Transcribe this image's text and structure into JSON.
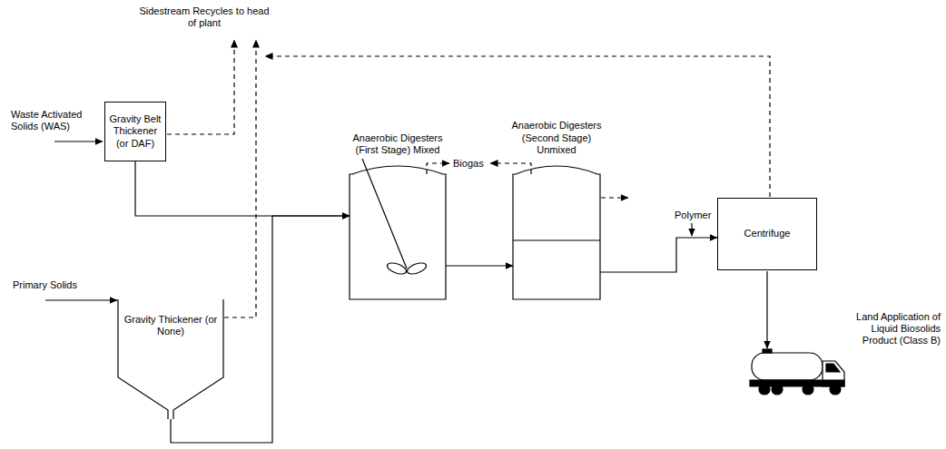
{
  "diagram": {
    "nodes": [
      {
        "text": [
          "Gravity Belt Thickener (or DAF)"
        ]
      },
      {
        "text": [
          "Gravity Thickener (or None)"
        ]
      },
      {
        "text": [
          "Anaerobic Digesters (First Stage) Mixed"
        ]
      },
      {
        "text": [
          "Anaerobic Digesters (Second Stage) Unmixed"
        ]
      },
      {
        "text": [
          "Centrifuge"
        ]
      }
    ],
    "edges": [
      {
        "from": 0,
        "to": 2,
        "arrow": "to"
      },
      {
        "from": 1,
        "to": 2,
        "arrow": "to"
      },
      {
        "from": 2,
        "to": 3,
        "arrow": "to"
      },
      {
        "from": 3,
        "to": 4,
        "arrow": "to"
      }
    ],
    "labels": [
      "Sidestream Recycles to head of plant",
      "Waste Activated Solids (WAS)",
      "Primary Solids",
      "Biogas",
      "Polymer",
      "Land Application of Liquid Biosolids Product (Class B)"
    ]
  }
}
